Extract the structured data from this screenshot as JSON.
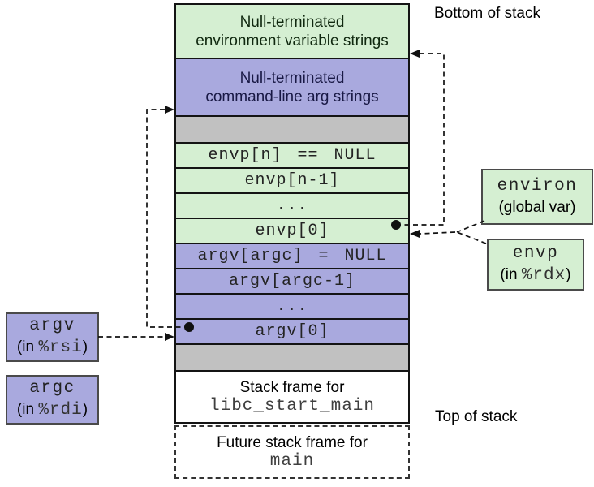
{
  "labels": {
    "bottom_of_stack": "Bottom of stack",
    "top_of_stack": "Top of stack"
  },
  "stack": {
    "env_strings_line1": "Null-terminated",
    "env_strings_line2": "environment variable strings",
    "arg_strings_line1": "Null-terminated",
    "arg_strings_line2": "command-line arg strings",
    "mono_rows": [
      "envp[n] == NULL",
      "envp[n-1]",
      "...",
      "envp[0]",
      "argv[argc] = NULL",
      "argv[argc-1]",
      "...",
      "argv[0]"
    ],
    "libc_frame_line1": "Stack frame for",
    "libc_frame_line2": "libc_start_main",
    "future_frame_line1": "Future stack frame for",
    "future_frame_line2": "main"
  },
  "side_boxes": {
    "argv": {
      "name": "argv",
      "loc_prefix": "(in ",
      "register": "%rsi",
      "loc_suffix": ")"
    },
    "argc": {
      "name": "argc",
      "loc_prefix": "(in ",
      "register": "%rdi",
      "loc_suffix": ")"
    },
    "environ": {
      "name": "environ",
      "note": "(global var)"
    },
    "envp": {
      "name": "envp",
      "loc_prefix": "(in ",
      "register": "%rdx",
      "loc_suffix": ")"
    }
  },
  "colors": {
    "env_green": "#d5efd2",
    "arg_purple": "#a9a9de",
    "spacer_gray": "#c1c1c1",
    "line_black": "#141414"
  }
}
